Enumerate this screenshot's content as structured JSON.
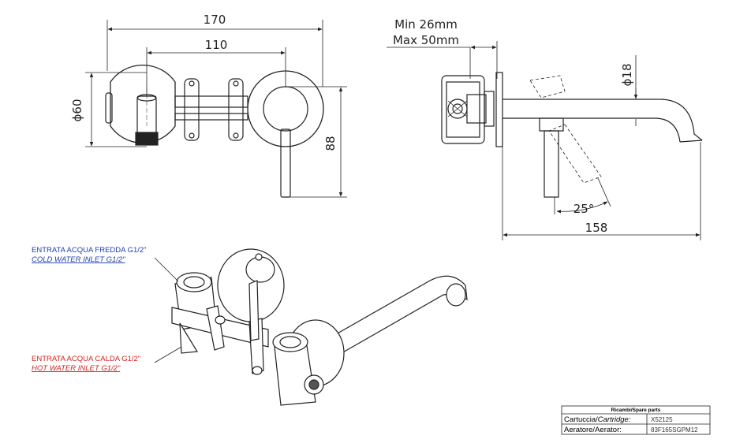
{
  "dimensions": {
    "front_width": "170",
    "front_spacing": "110",
    "diameter_body": "ϕ60",
    "height": "88",
    "wall_min": "Min 26mm",
    "wall_max": "Max 50mm",
    "diameter_spout": "ϕ18",
    "angle": "25°",
    "depth": "158"
  },
  "labels": {
    "cold_it": "ENTRATA ACQUA FREDDA G1/2\"",
    "cold_en": "COLD WATER INLET G1/2\"",
    "hot_it": "ENTRATA ACQUA CALDA G1/2\"",
    "hot_en": "HOT WATER INLET G1/2\""
  },
  "colors": {
    "cold": "#1f3fb0",
    "hot": "#d42020",
    "line": "#222222"
  },
  "spare_parts": {
    "header": "Ricambi/Spare parts",
    "rows": [
      {
        "label_it": "Cartuccia/",
        "label_en": "Cartridge:",
        "value": "X52125"
      },
      {
        "label_it": "Aeratore/",
        "label_en": "Aerator:",
        "value": "83F165SGPM12"
      }
    ]
  }
}
